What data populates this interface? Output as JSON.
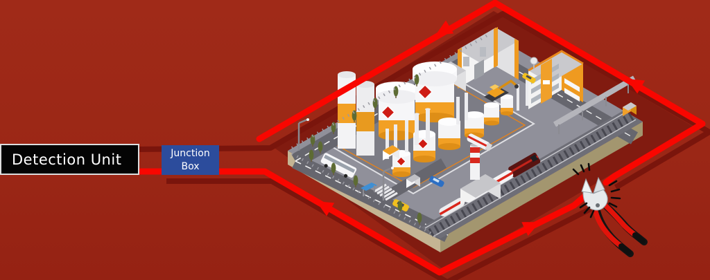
{
  "detection_unit": {
    "label": "Detection Unit"
  },
  "junction_box": {
    "label": "Junction Box"
  },
  "colors": {
    "bg": "#A02A18",
    "cable": "#F90600",
    "cable_shadow": "#7A150C",
    "ground_shadow": "#811B10",
    "du_bg": "#040404",
    "du_border": "#DEDEDE",
    "du_text": "#FFFFFF",
    "jb_bg": "#2C4C9C",
    "jb_text": "#FFFFFF",
    "tank_orange": "#F2A024",
    "hazard_red": "#CE1C15"
  },
  "icons": {
    "wire_cutter": "diagonal-pliers cutting the perimeter cable",
    "flow_arrow": "red triangle arrowhead on cable",
    "cut_sparks": "black radiating stroke marks at cut point"
  },
  "illustration": {
    "subject": "isometric industrial facility",
    "flow_arrow_count": 4
  }
}
